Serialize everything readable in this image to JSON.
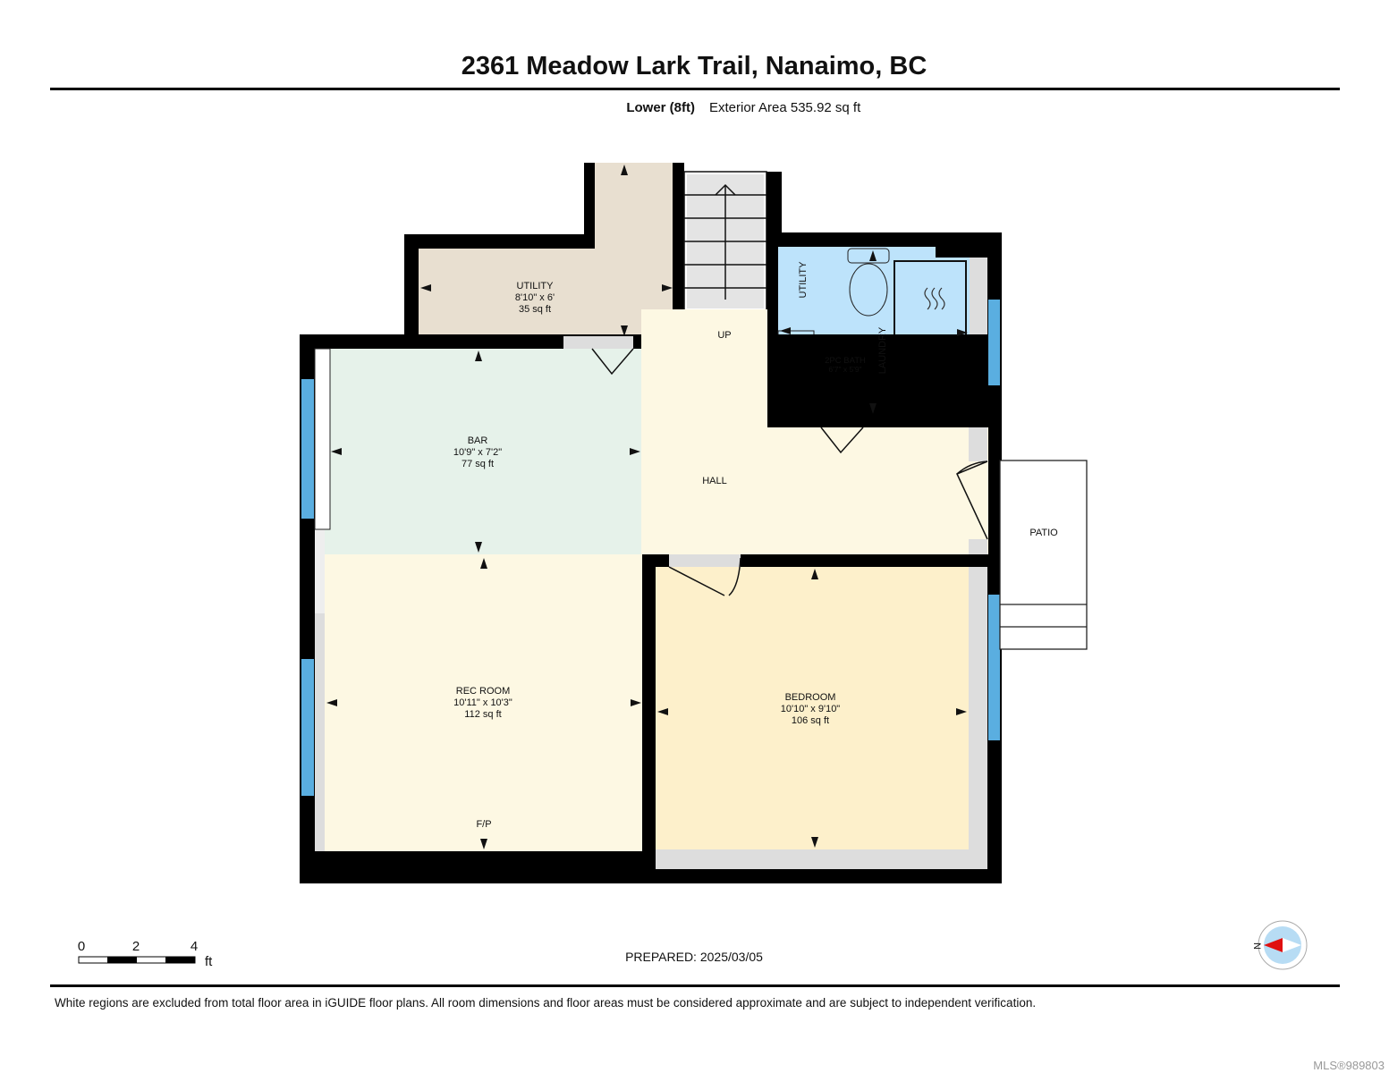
{
  "header": {
    "title": "2361 Meadow Lark Trail, Nanaimo, BC",
    "level": "Lower (8ft)",
    "exterior_area": "Exterior Area 535.92 sq ft"
  },
  "rooms": {
    "utility_top": {
      "name": "UTILITY",
      "dims": "8'10\" x 6'",
      "area": "35 sq ft"
    },
    "bar": {
      "name": "BAR",
      "dims": "10'9\" x 7'2\"",
      "area": "77 sq ft"
    },
    "rec_room": {
      "name": "REC ROOM",
      "dims": "10'11\" x 10'3\"",
      "area": "112 sq ft",
      "note": "F/P"
    },
    "bedroom": {
      "name": "BEDROOM",
      "dims": "10'10\" x 9'10\"",
      "area": "106 sq ft"
    },
    "bath": {
      "name": "2PC BATH",
      "dims": "6'7\" x 5'9\""
    },
    "utility_side": {
      "name": "UTILITY"
    },
    "laundry": {
      "name": "LAUNDRY"
    },
    "hall": {
      "name": "HALL"
    },
    "patio": {
      "name": "PATIO"
    },
    "stairs": {
      "label": "UP"
    }
  },
  "scale": {
    "labels": [
      "0",
      "2",
      "4"
    ],
    "unit": "ft"
  },
  "prepared": "PREPARED: 2025/03/05",
  "compass": {
    "label": "N"
  },
  "footer": {
    "disclaimer": "White regions are excluded from total floor area in iGUIDE floor plans. All room dimensions and floor areas must be considered approximate and are subject to independent verification.",
    "mls": "MLS®989803"
  },
  "colors": {
    "wall": "#000000",
    "utility": "#e8dfd0",
    "bar": "#e6f2ea",
    "hall": "#fdf8e3",
    "bedroom": "#fdf0cb",
    "bath": "#bde3fb",
    "window": "#5aaee0"
  }
}
